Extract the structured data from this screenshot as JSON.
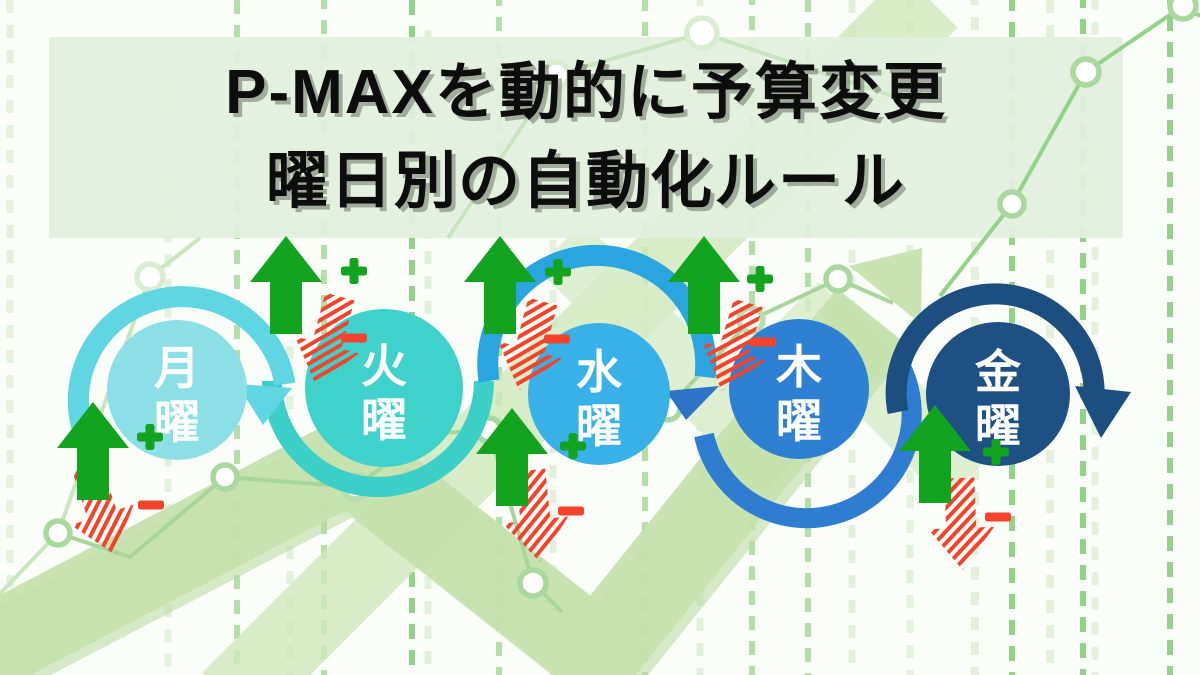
{
  "title": {
    "line1": "P-MAXを動的に予算変更",
    "line2": "曜日別の自動化ルール"
  },
  "days": [
    {
      "key": "monday",
      "label": "月曜",
      "kanji_top": "月",
      "kanji_bottom": "曜",
      "circle_color": "#8cdfe6",
      "arc_color": "#5fd6e2",
      "increase_symbol": "+",
      "decrease_symbol": "−"
    },
    {
      "key": "tuesday",
      "label": "火曜",
      "kanji_top": "火",
      "kanji_bottom": "曜",
      "circle_color": "#3ed2cb",
      "arc_color": "#3bcfc8",
      "increase_symbol": "+",
      "decrease_symbol": "−"
    },
    {
      "key": "wednesday",
      "label": "水曜",
      "kanji_top": "水",
      "kanji_bottom": "曜",
      "circle_color": "#37b1e8",
      "arc_color": "#2aa5e0",
      "increase_symbol": "+",
      "decrease_symbol": "−"
    },
    {
      "key": "thursday",
      "label": "木曜",
      "kanji_top": "木",
      "kanji_bottom": "曜",
      "circle_color": "#2e80d3",
      "arc_color": "#2e7dd0",
      "increase_symbol": "+",
      "decrease_symbol": "−"
    },
    {
      "key": "friday",
      "label": "金曜",
      "kanji_top": "金",
      "kanji_bottom": "曜",
      "circle_color": "#1d5083",
      "arc_color": "#1c4f80",
      "increase_symbol": "+",
      "decrease_symbol": "−"
    }
  ],
  "icons": {
    "up-arrow-icon": "+",
    "down-arrow-icon": "−",
    "plus-icon": "+",
    "minus-icon": "−",
    "cycle-arrow-icon": "↻"
  },
  "colors": {
    "page_bg": "#fbfdf8",
    "banner_bg": "#e2f0dd",
    "up_arrow_green": "#12a41f",
    "down_arrow_red": "#f4432c",
    "trend_band_green": "#c5e2ad",
    "chart_line_green": "#a6d69b",
    "title_text": "#0d0d0d"
  }
}
